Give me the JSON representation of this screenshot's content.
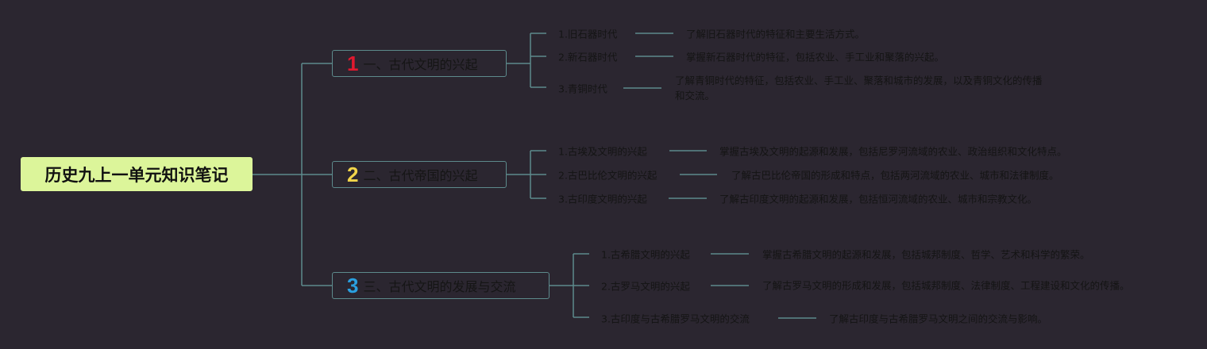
{
  "root": {
    "title": "历史九上一单元知识笔记"
  },
  "colors": {
    "background": "#2b2630",
    "root": "#dcf59a",
    "connector": "#5d8a8c",
    "num1": "#e0192f",
    "num2": "#f2d54a",
    "num3": "#2aa0e0"
  },
  "topics": [
    {
      "num": "1",
      "title": "一、古代文明的兴起",
      "children": [
        {
          "label": "1.旧石器时代",
          "desc": "了解旧石器时代的特征和主要生活方式。"
        },
        {
          "label": "2.新石器时代",
          "desc": "掌握新石器时代的特征，包括农业、手工业和聚落的兴起。"
        },
        {
          "label": "3.青铜时代",
          "desc": "了解青铜时代的特征，包括农业、手工业、聚落和城市的发展，以及青铜文化的传播和交流。"
        }
      ]
    },
    {
      "num": "2",
      "title": "二、古代帝国的兴起",
      "children": [
        {
          "label": "1.古埃及文明的兴起",
          "desc": "掌握古埃及文明的起源和发展，包括尼罗河流域的农业、政治组织和文化特点。"
        },
        {
          "label": "2.古巴比伦文明的兴起",
          "desc": "了解古巴比伦帝国的形成和特点，包括两河流域的农业、城市和法律制度。"
        },
        {
          "label": "3.古印度文明的兴起",
          "desc": "了解古印度文明的起源和发展，包括恒河流域的农业、城市和宗教文化。"
        }
      ]
    },
    {
      "num": "3",
      "title": "三、古代文明的发展与交流",
      "children": [
        {
          "label": "1.古希腊文明的兴起",
          "desc": "掌握古希腊文明的起源和发展，包括城邦制度、哲学、艺术和科学的繁荣。"
        },
        {
          "label": "2.古罗马文明的兴起",
          "desc": "了解古罗马文明的形成和发展，包括城邦制度、法律制度、工程建设和文化的传播。"
        },
        {
          "label": "3.古印度与古希腊罗马文明的交流",
          "desc": "了解古印度与古希腊罗马文明之间的交流与影响。"
        }
      ]
    }
  ]
}
